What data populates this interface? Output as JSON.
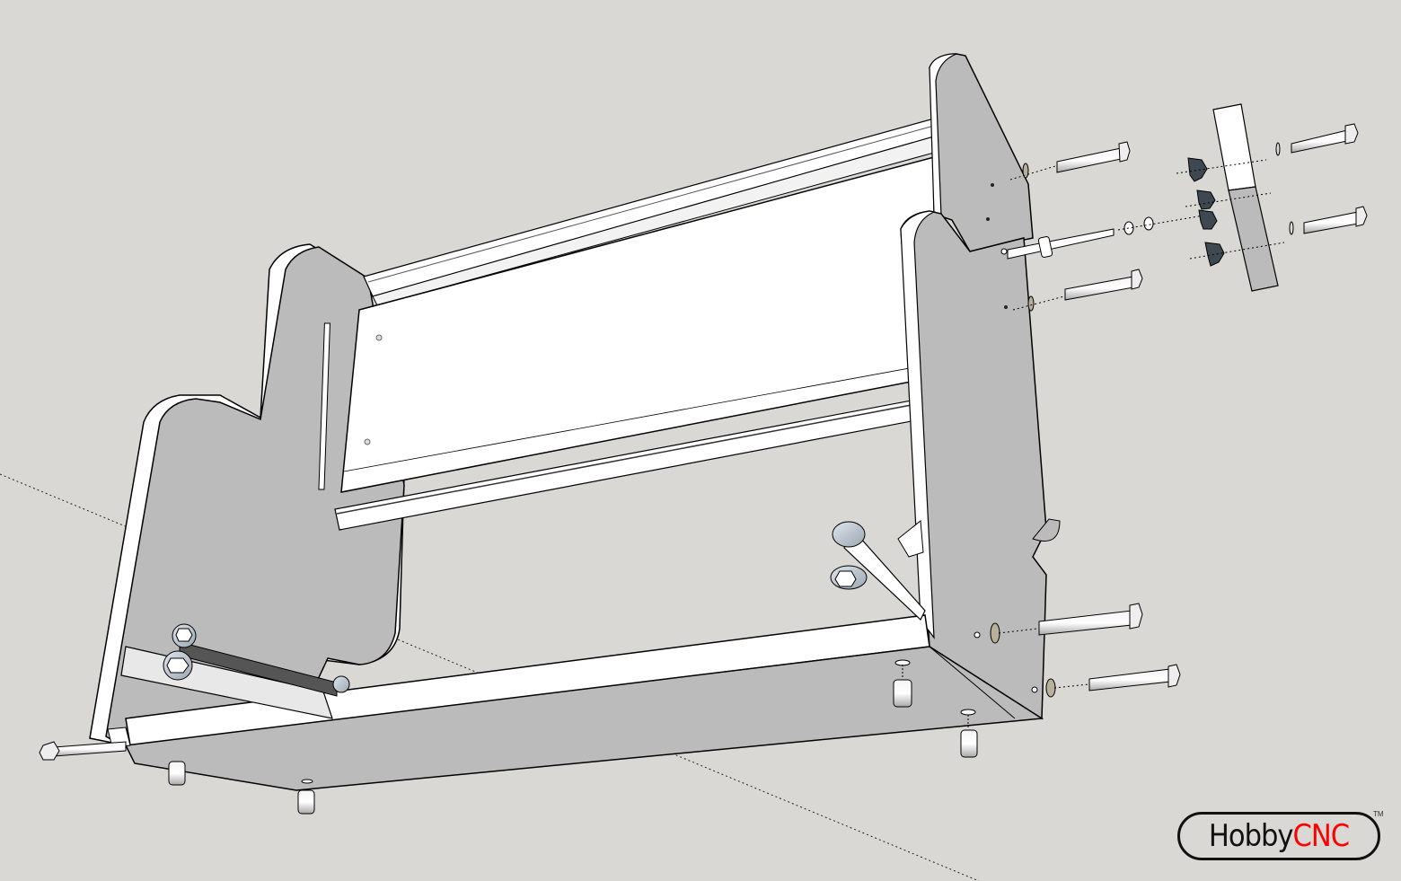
{
  "view": {
    "type": "3d-cad-exploded-assembly",
    "description": "Exploded isometric view of CNC gantry frame with side plates, rails, bolts, washers, nuts and bearings",
    "background_color": "#d9d8d4",
    "face_color_light": "#ffffff",
    "face_color_grey": "#bbbbbb",
    "edge_color": "#000000"
  },
  "parts": {
    "left_side_plate": "left-side-plate",
    "right_side_plate": "right-side-plate",
    "top_rail": "top-rail",
    "front_panel": "front-panel",
    "bottom_rail": "bottom-rail",
    "base_plate": "base-plate",
    "bearing_bracket_left": "bearing-bracket",
    "bearing_bracket_right": "bearing-bracket",
    "hex_bolts": 6,
    "tee_nuts": 4,
    "standoffs": 4,
    "end_block": "end-block"
  },
  "logo": {
    "part1": "Hobby",
    "part2": "CNC",
    "tm": "TM",
    "accent_color": "#ff0000"
  }
}
